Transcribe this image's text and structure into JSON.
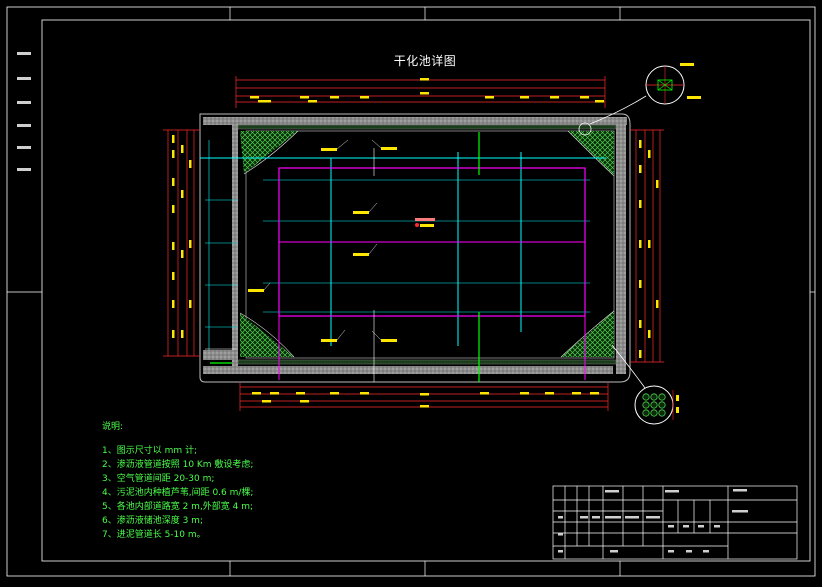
{
  "drawing": {
    "title": "干化池详图",
    "notes_heading": "说明:",
    "notes": [
      "1、图示尺寸以 mm 计;",
      "2、渗沥液管道按照 10 Km 敷设考虑;",
      "3、空气管道间距 20-30 m;",
      "4、污泥池内种植芦苇,间距 0.6 m/棵;",
      "5、各池内部道路宽 2 m,外部宽 4 m;",
      "6、渗沥液储池深度 3 m;",
      "7、进泥管道长 5-10 m。"
    ]
  },
  "colors": {
    "background": "#000000",
    "frame": "#ffffff",
    "dimension": "#ff2a2a",
    "dim_label": "#ffe600",
    "pipe_cyan": "#00ffff",
    "pipe_magenta": "#ff00ff",
    "pipe_green": "#00ff00",
    "reed_hatch": "#3dbb3d",
    "wall": "#a8a8a8",
    "notes_text": "#49ff49"
  }
}
